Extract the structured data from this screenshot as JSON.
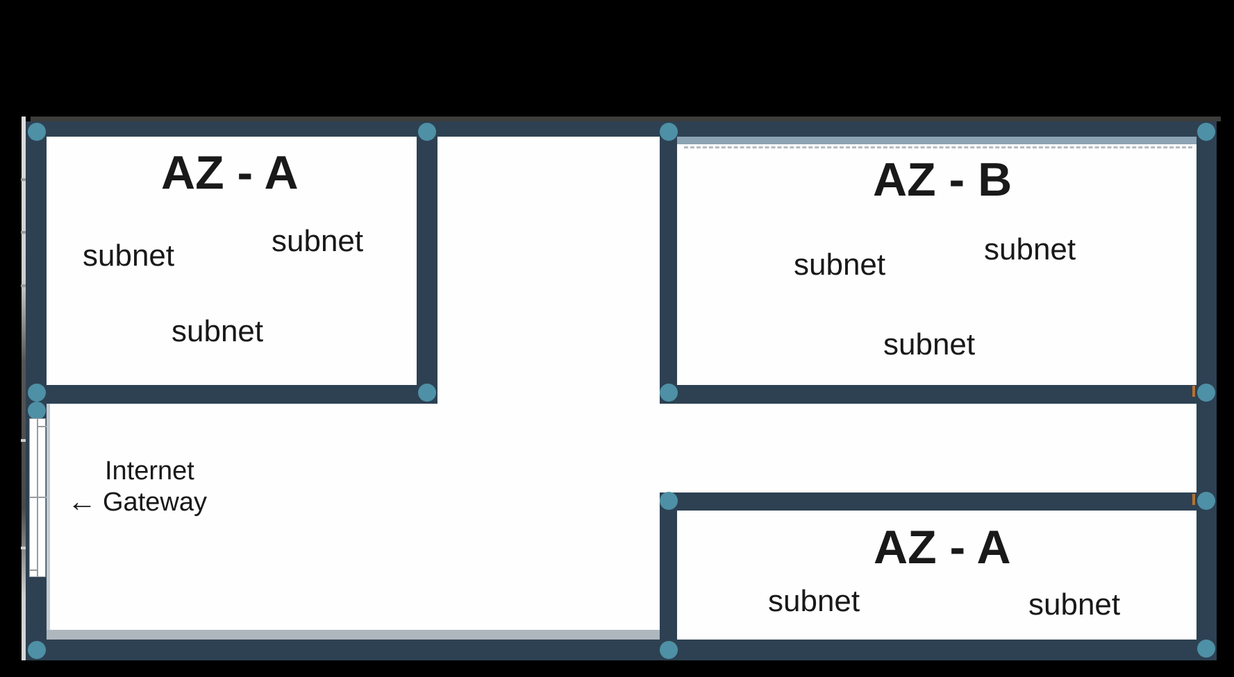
{
  "slide": {
    "zones": [
      {
        "title": "AZ - A",
        "subnets": [
          "subnet",
          "subnet",
          "subnet"
        ]
      },
      {
        "title": "AZ - B",
        "subnets": [
          "subnet",
          "subnet",
          "subnet"
        ]
      },
      {
        "title": "AZ - A",
        "subnets": [
          "subnet",
          "subnet"
        ]
      }
    ],
    "gateway": {
      "arrow": "←",
      "line1": "Internet",
      "line2": "Gateway"
    }
  },
  "colors": {
    "bg": "#000000",
    "frame": "#2d4153",
    "white": "#fefefe",
    "ink": "#191919",
    "handle": "#4e90a5",
    "light_top": "#8ca3b3",
    "light_bottom": "#aeb7bd",
    "top_line": "#3d3d3b",
    "strip_light": "#d6d6d6",
    "igw_border": "#979ca1",
    "tick": "#b5722f"
  },
  "icons": {
    "selection_handle": "filled-circle",
    "gateway_arrow": "left-arrow"
  }
}
